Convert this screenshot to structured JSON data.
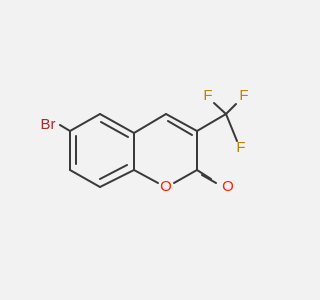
{
  "colors": {
    "background": "#f2f2f2",
    "bond": "#3a3a3a",
    "bromine": "#a52a2a",
    "fluorine": "#b8860b",
    "oxygen": "#ff2200"
  },
  "atoms": {
    "br": "Br",
    "f_top_left": "F",
    "f_top_right": "F",
    "f_right": "F",
    "o_ring": "O",
    "o_carbonyl": "O"
  }
}
